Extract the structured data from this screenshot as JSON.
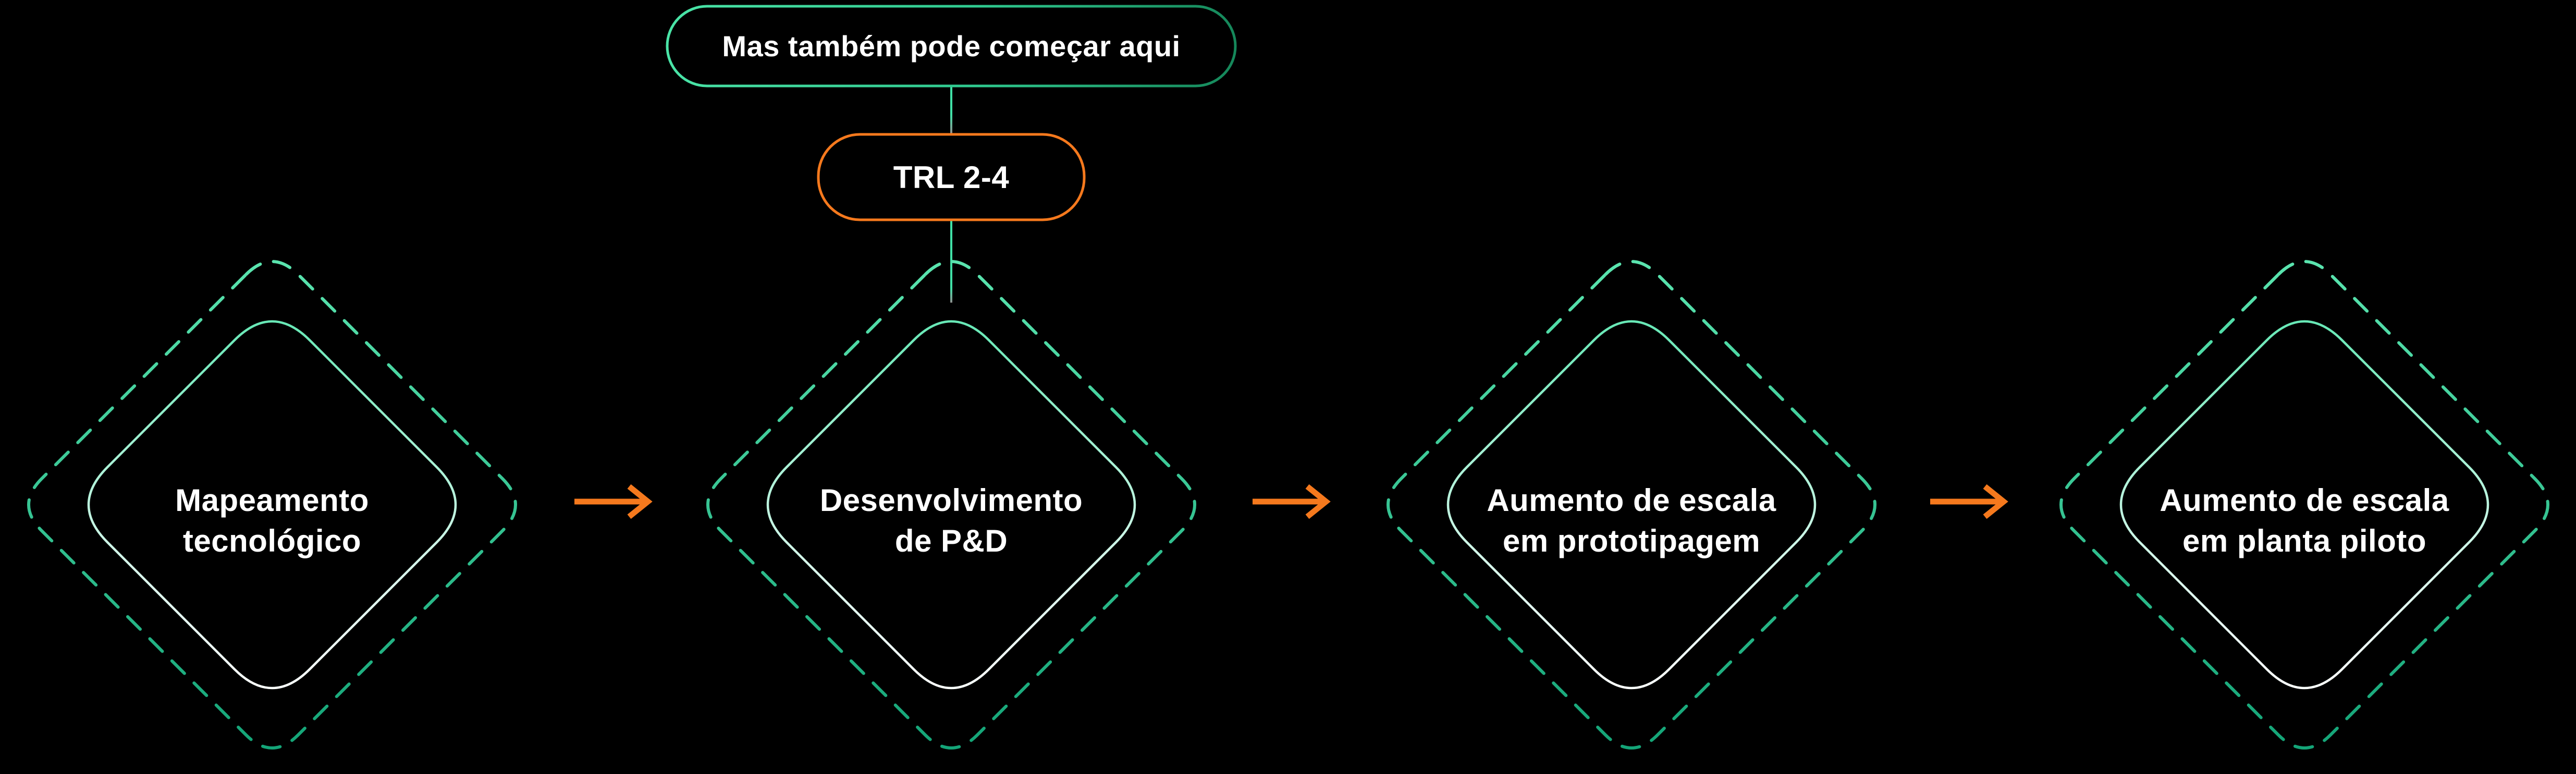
{
  "diagram": {
    "title_region": "innovation-pipeline-flow",
    "callout": {
      "label": "Mas também pode começar aqui"
    },
    "trl_badge": {
      "label": "TRL 2-4"
    },
    "stages": [
      {
        "label": "Mapeamento tecnológico",
        "line1": "Mapeamento",
        "line2": "tecnológico"
      },
      {
        "label": "Desenvolvimento de P&D",
        "line1": "Desenvolvimento",
        "line2": "de P&D"
      },
      {
        "label": "Aumento de escala em prototipagem",
        "line1": "Aumento de escala",
        "line2": "em prototipagem"
      },
      {
        "label": "Aumento de escala em planta piloto",
        "line1": "Aumento de escala",
        "line2": "em planta piloto"
      }
    ],
    "colors": {
      "background": "#000000",
      "mint": "#5CE6B0",
      "teal_dark": "#12A376",
      "green_dark": "#15875A",
      "orange": "#F5791D",
      "connector_gray": "#909090",
      "text_white": "#FFFFFF"
    }
  }
}
